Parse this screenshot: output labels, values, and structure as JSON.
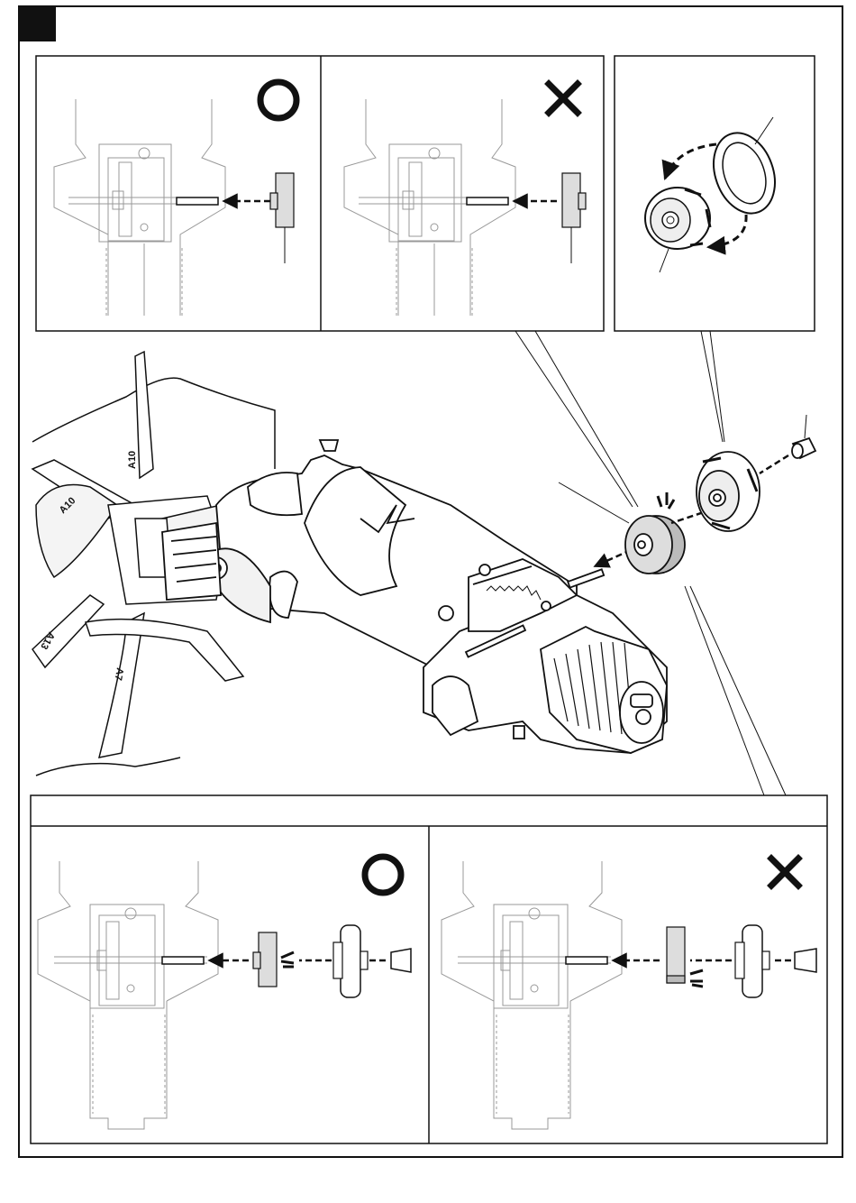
{
  "step_marker": {
    "color": "#111111"
  },
  "symbols": {
    "correct": "O",
    "wrong": "✕"
  },
  "body_part_labels": [
    "A10",
    "A10",
    "A13",
    "A7"
  ],
  "colors": {
    "line": "#111111",
    "part_fill": "#dddddd",
    "faint": "#b8b8b8",
    "background": "#ffffff"
  },
  "panels": {
    "top_correct": {
      "symbol_icon": "circle-correct-icon"
    },
    "top_wrong": {
      "symbol_icon": "cross-wrong-icon"
    },
    "bottom_correct": {
      "symbol_icon": "circle-correct-icon"
    },
    "bottom_wrong": {
      "symbol_icon": "cross-wrong-icon"
    }
  }
}
